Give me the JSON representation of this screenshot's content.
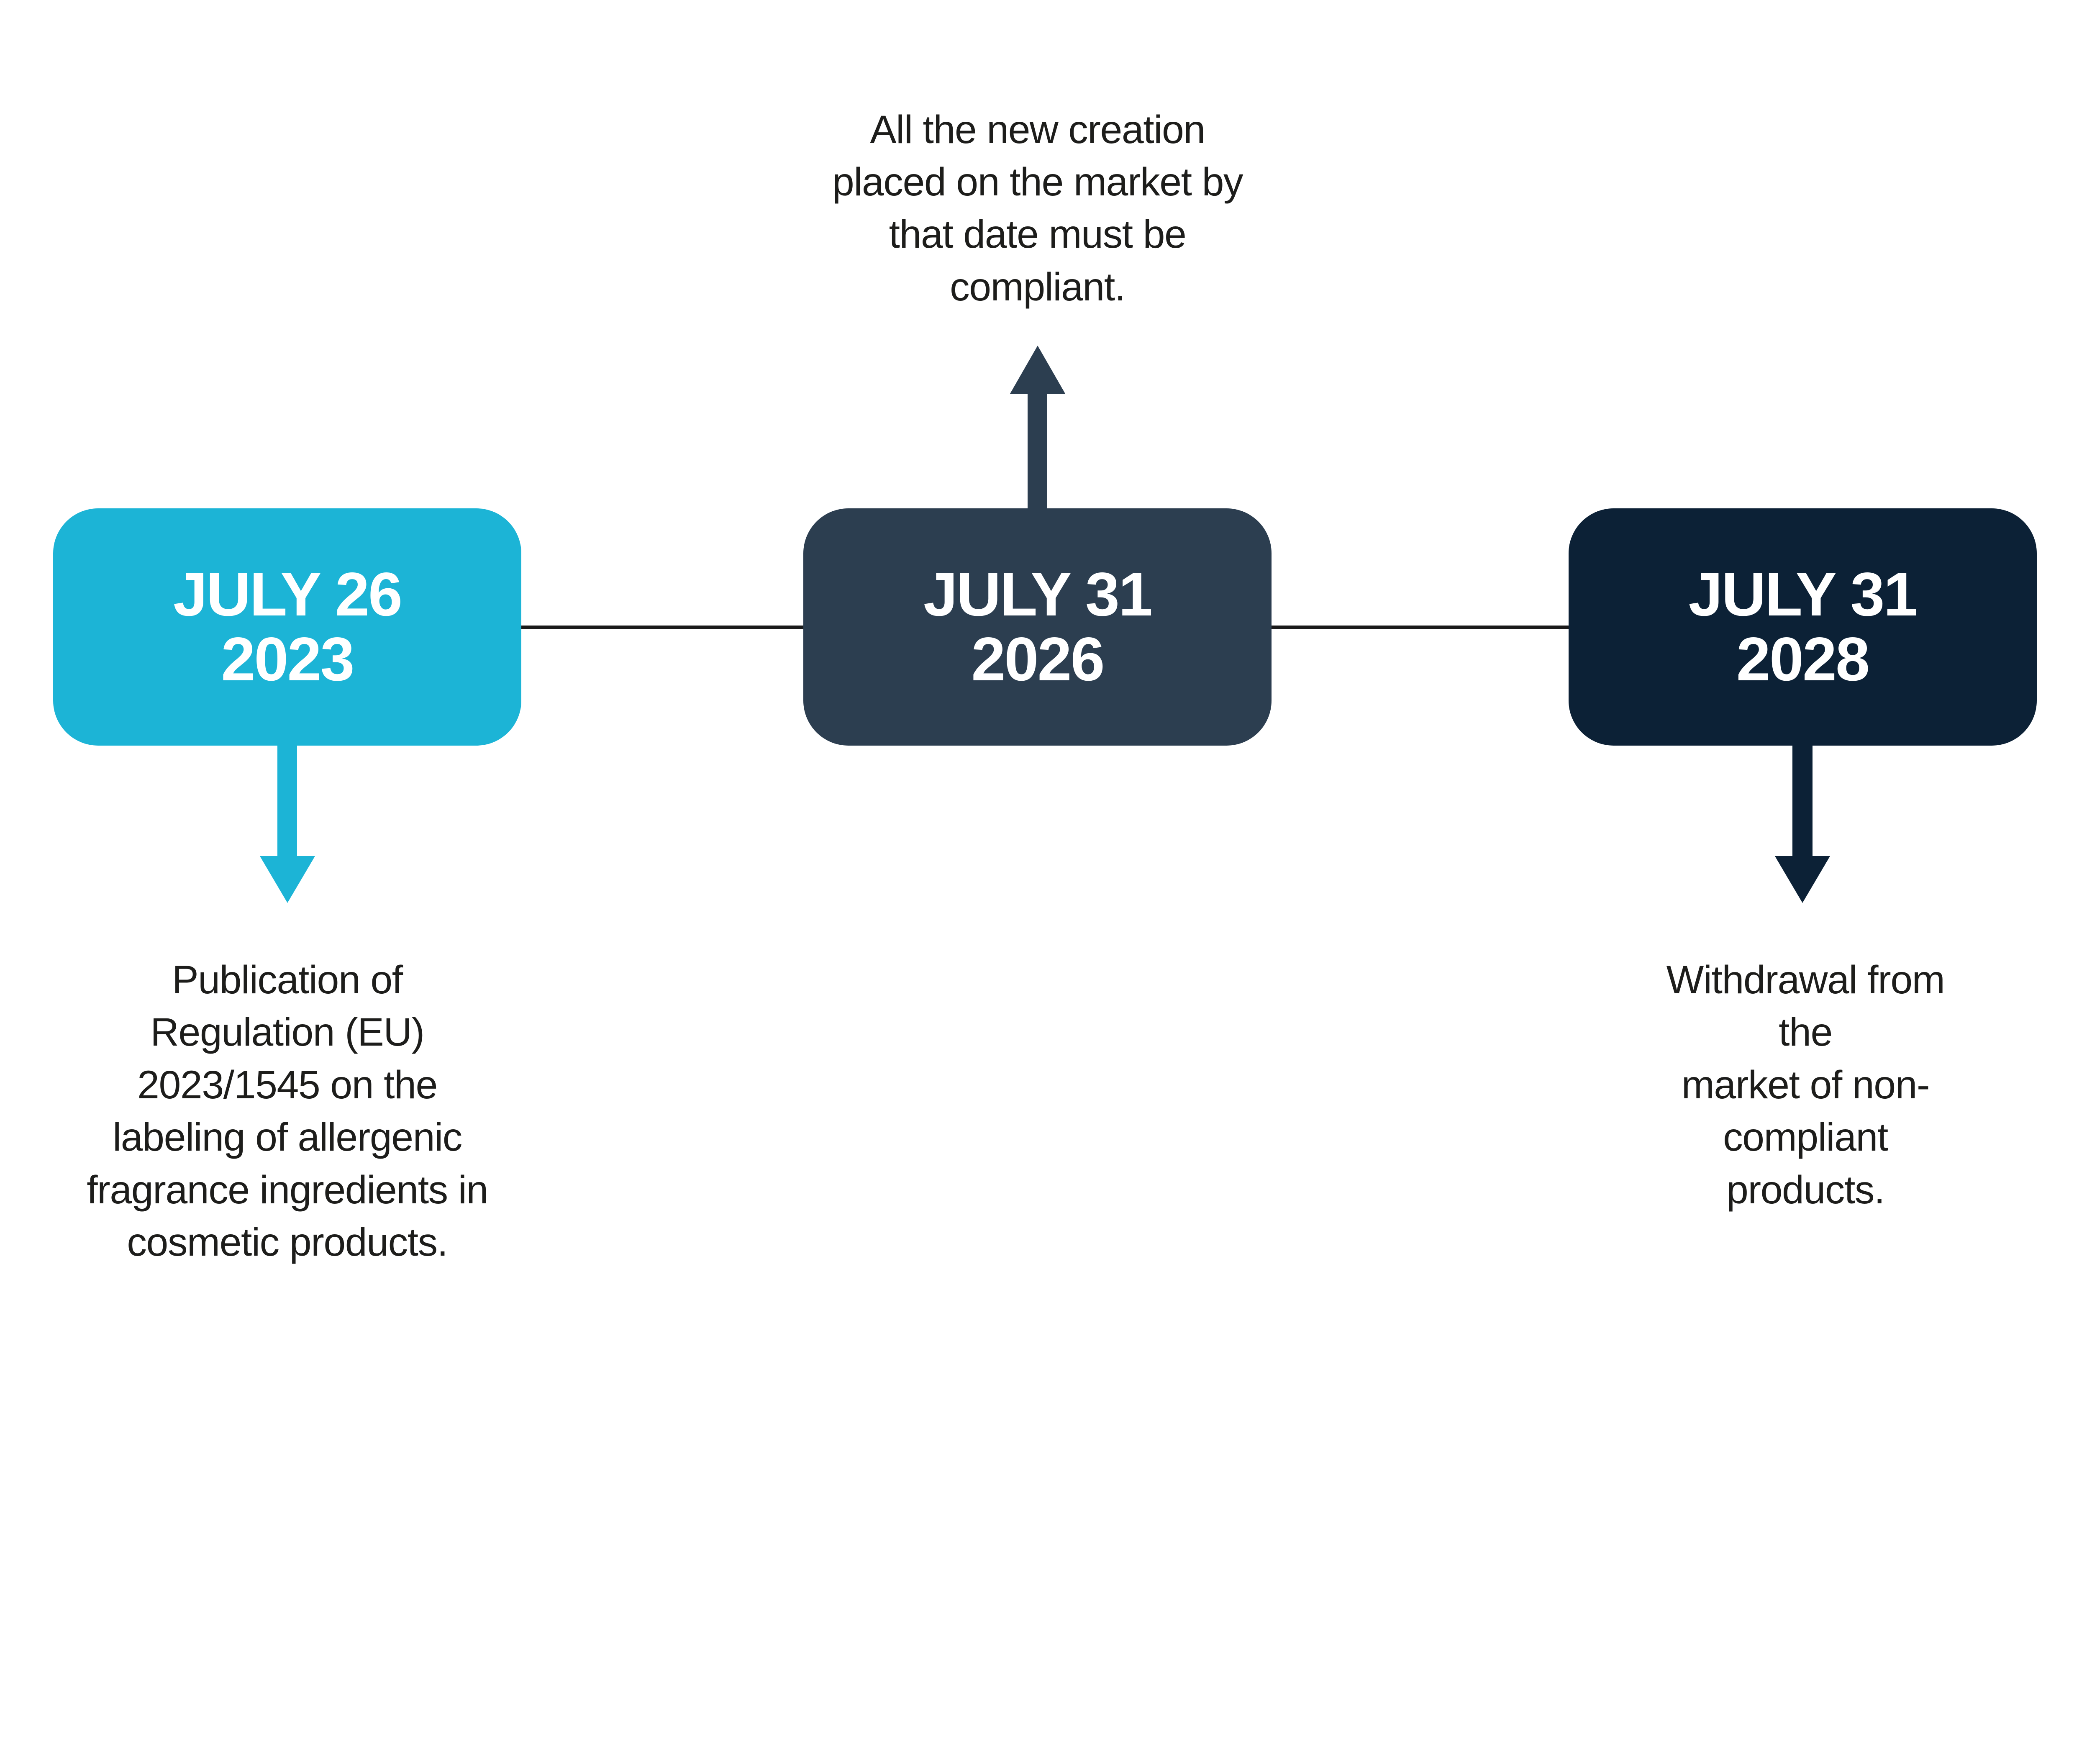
{
  "timeline": {
    "type": "horizontal-milestone-timeline",
    "connector_color": "#1a1a1a",
    "text_color": "#1d1d1b",
    "date_text_color": "#ffffff",
    "milestones": [
      {
        "date": "JULY 26\n2023",
        "box_color": "#1cb4d6",
        "arrow_direction": "down",
        "description_position": "below",
        "description": "Publication of\nRegulation (EU)\n2023/1545 on the\nlabeling of allergenic\nfragrance ingredients in\ncosmetic products."
      },
      {
        "date": "JULY 31\n2026",
        "box_color": "#2c3e50",
        "arrow_direction": "up",
        "description_position": "above",
        "description": "All the new creation\nplaced on the market by\nthat date must be\ncompliant."
      },
      {
        "date": "JULY 31\n2028",
        "box_color": "#0c2136",
        "arrow_direction": "down",
        "description_position": "below",
        "description": "Withdrawal from the\nmarket of non-compliant\nproducts."
      }
    ]
  }
}
